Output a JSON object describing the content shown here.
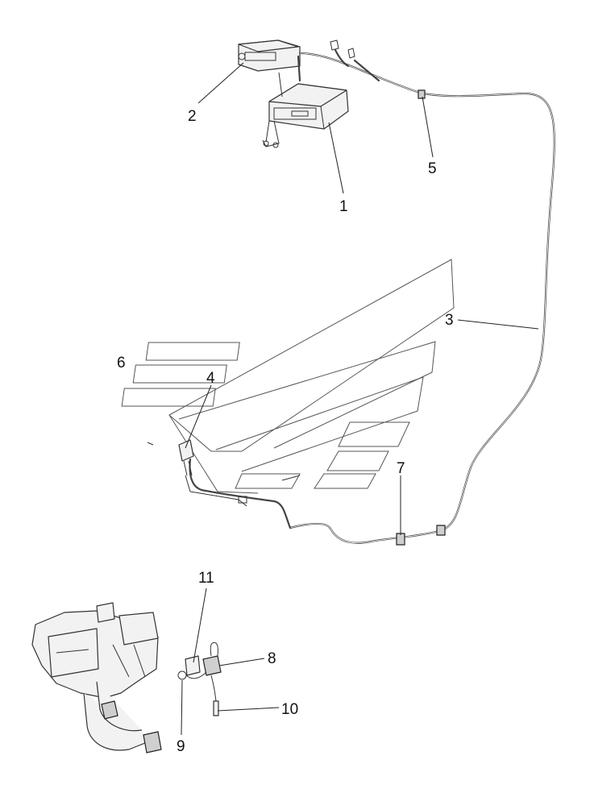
{
  "callouts": {
    "c1": "1",
    "c2": "2",
    "c3": "3",
    "c4": "4",
    "c5": "5",
    "c6": "6",
    "c7": "7",
    "c8": "8",
    "c9": "9",
    "c10": "10",
    "c11": "11"
  },
  "colors": {
    "line": "#333333",
    "background": "#ffffff"
  }
}
